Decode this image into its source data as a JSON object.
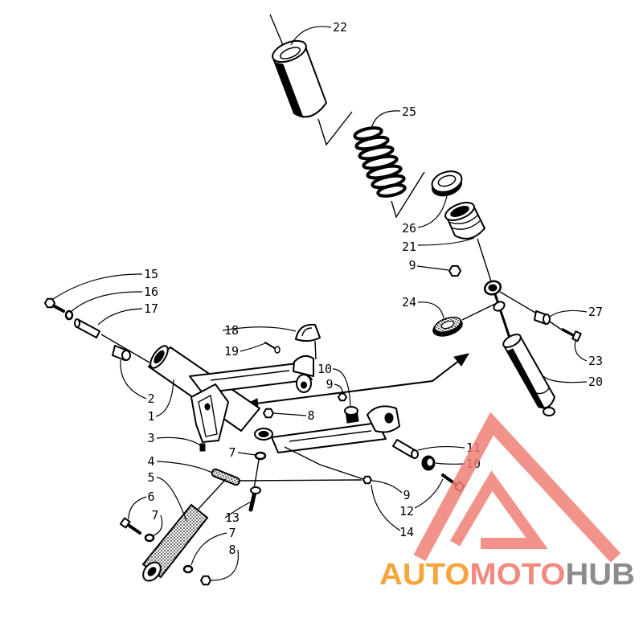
{
  "diagram": {
    "callouts": [
      "22",
      "25",
      "26",
      "21",
      "9",
      "24",
      "27",
      "23",
      "20",
      "15",
      "16",
      "17",
      "18",
      "19",
      "10",
      "9",
      "2",
      "1",
      "8",
      "3",
      "7",
      "11",
      "10",
      "4",
      "5",
      "9",
      "6",
      "7",
      "13",
      "12",
      "14",
      "7",
      "8"
    ]
  },
  "watermark": {
    "logo_text": {
      "auto": "AUTO",
      "moto": "MOTO",
      "hub": "HUB"
    },
    "colors": {
      "auto": "#f5a53c",
      "moto": "#f08a7f",
      "hub": "#8c8c8c",
      "triangle": "#ef8076"
    }
  }
}
